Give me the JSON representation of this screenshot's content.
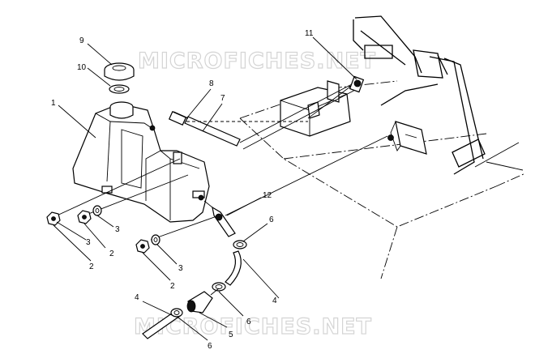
{
  "watermark": {
    "top": "MICROFICHES.NET",
    "bottom": "MICROFICHES.NET"
  },
  "callouts": {
    "c1": "1",
    "c2a": "2",
    "c2b": "2",
    "c2c": "2",
    "c3a": "3",
    "c3b": "3",
    "c3c": "3",
    "c4a": "4",
    "c4b": "4",
    "c5": "5",
    "c6a": "6",
    "c6b": "6",
    "c6c": "6",
    "c7": "7",
    "c8": "8",
    "c9": "9",
    "c10": "10",
    "c11": "11",
    "c12": "12"
  }
}
